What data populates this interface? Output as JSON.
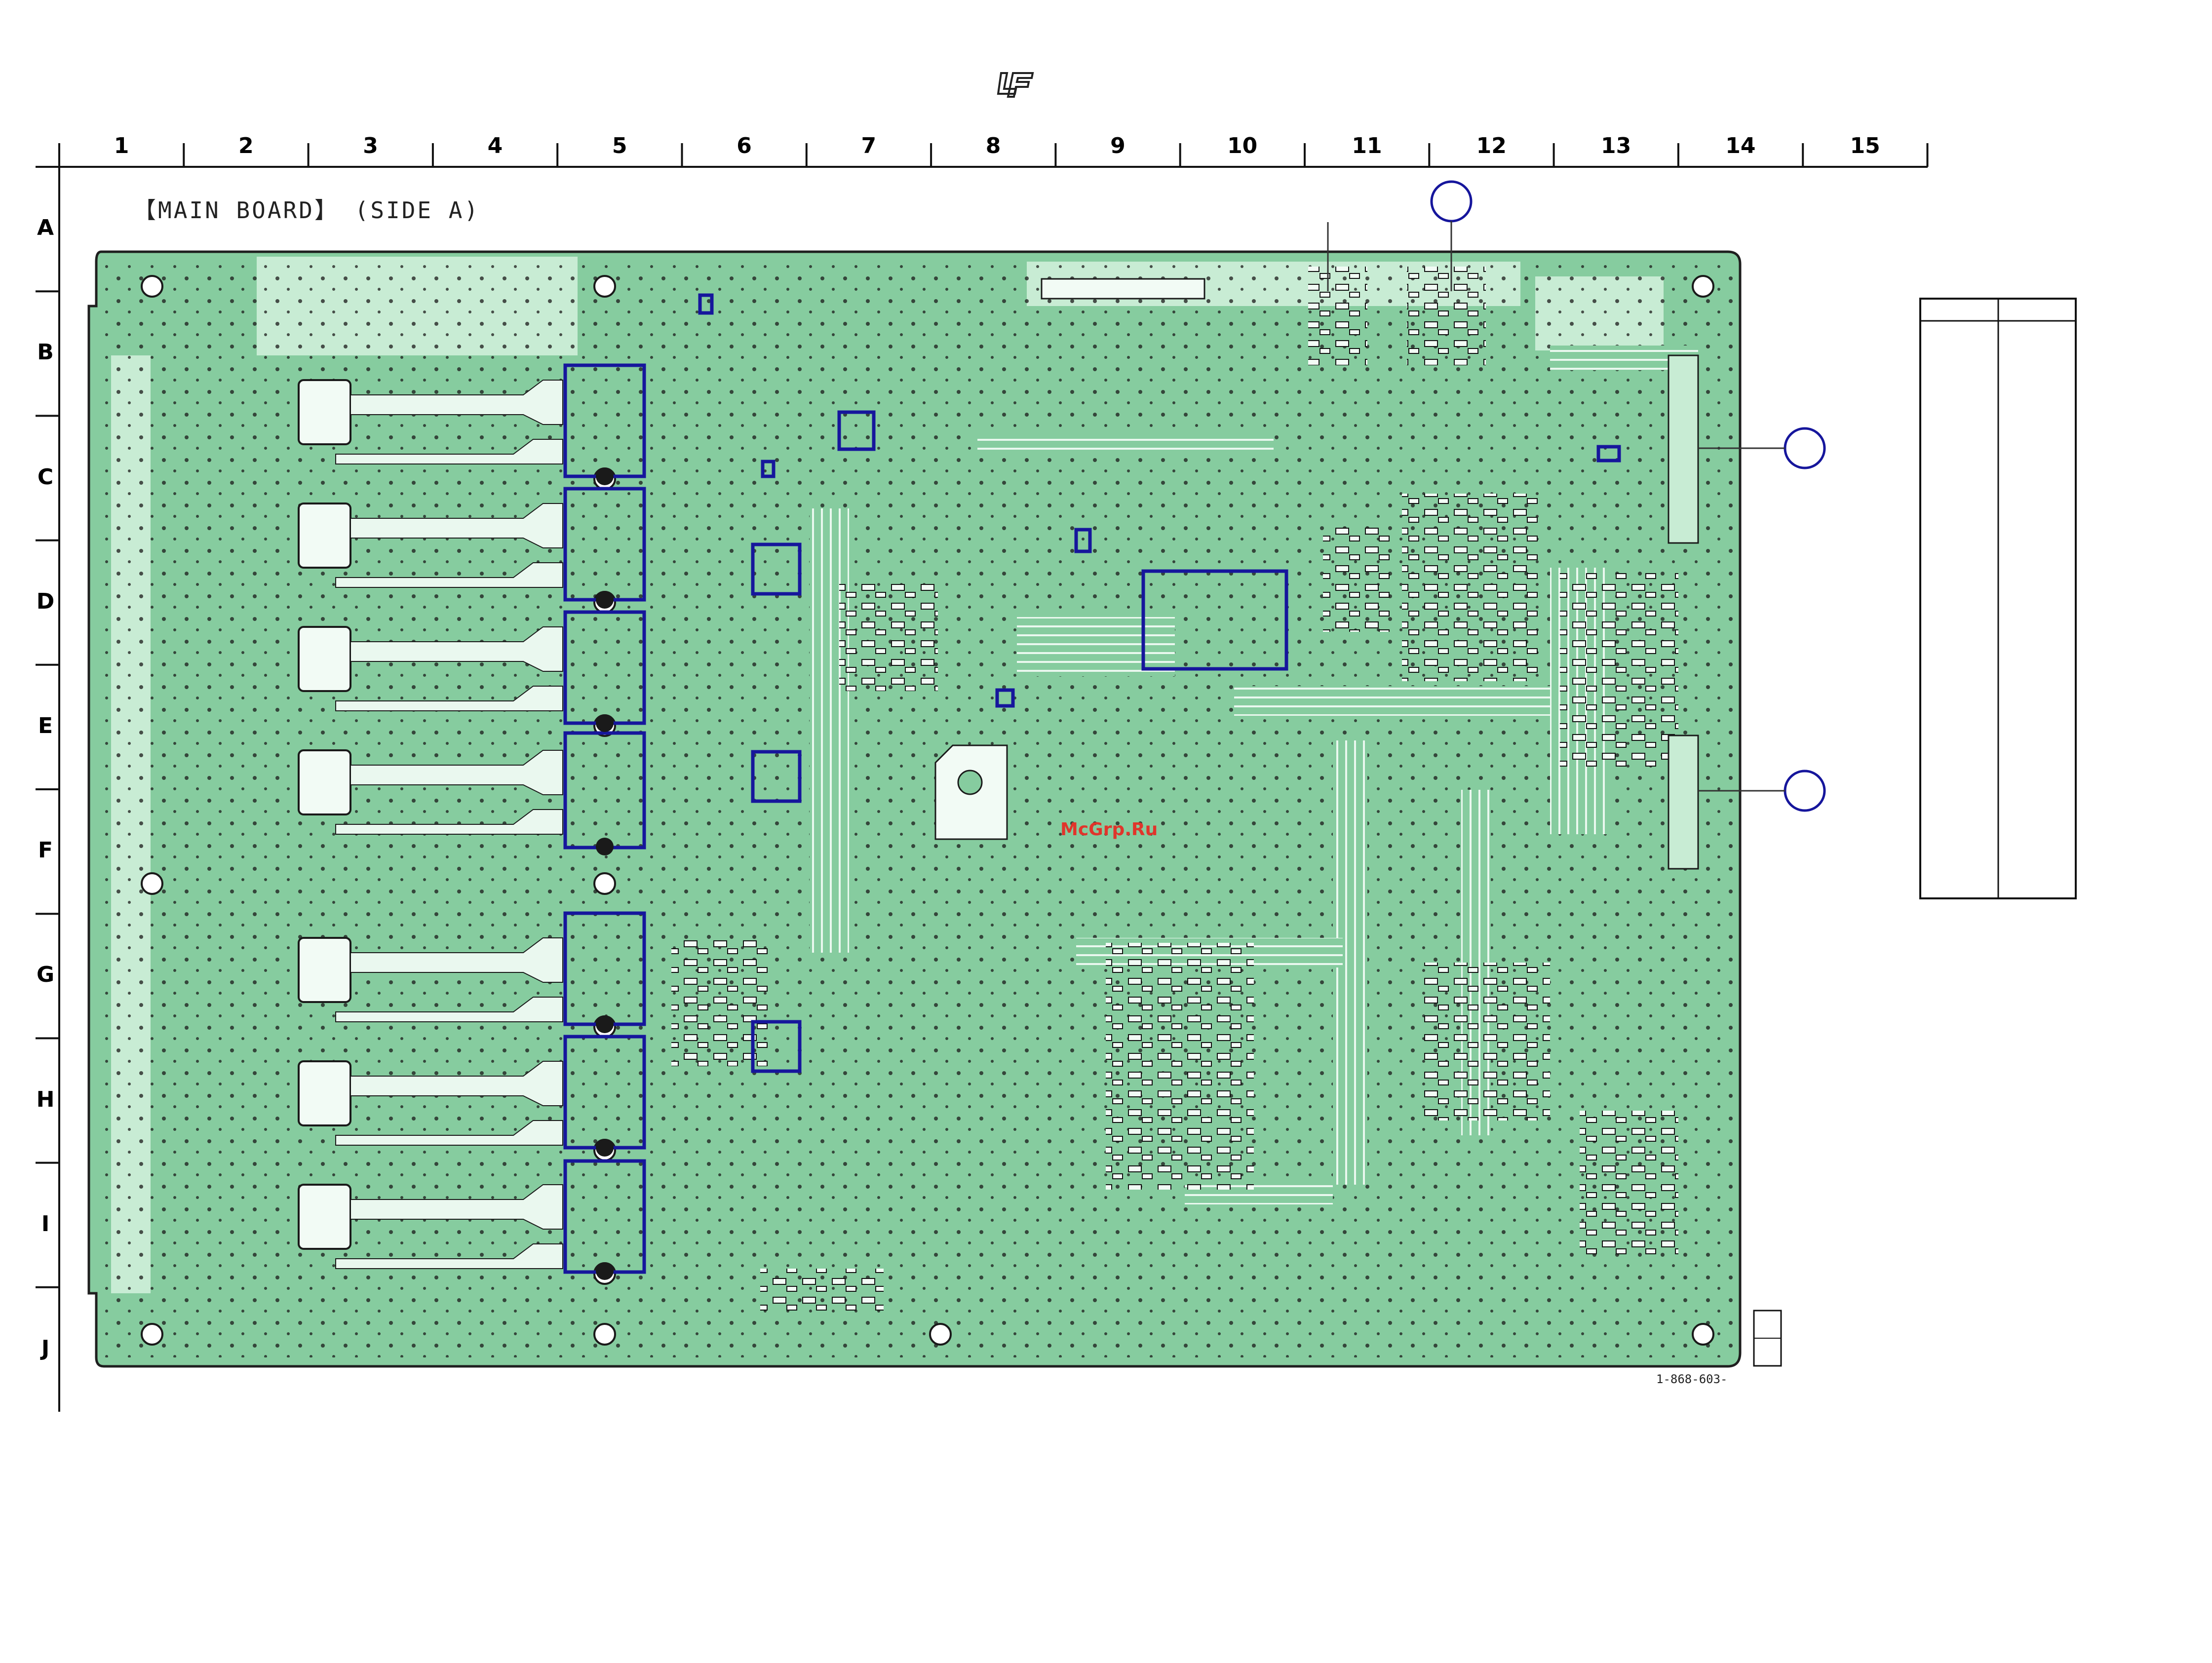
{
  "logo_name": "sony-lf-logo",
  "title": "【MAIN BOARD】 (SIDE A)",
  "columns": [
    "1",
    "2",
    "3",
    "4",
    "5",
    "6",
    "7",
    "8",
    "9",
    "10",
    "11",
    "12",
    "13",
    "14",
    "15"
  ],
  "rows": [
    "A",
    "B",
    "C",
    "D",
    "E",
    "F",
    "G",
    "H",
    "I",
    "J"
  ],
  "watermark": "McGrp.Ru",
  "part_number": "1-868-603-",
  "colors": {
    "board": "#86cc9f",
    "board_light": "#c8ecd4",
    "trace": "#f2fbf5",
    "outline": "#1f1f1f",
    "highlight": "#16169c",
    "watermark": "#e0352b"
  }
}
